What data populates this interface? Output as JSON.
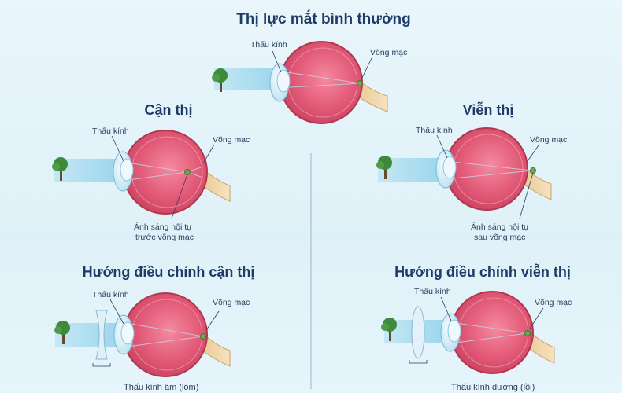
{
  "titles": {
    "normal": "Thị lực mắt bình thường",
    "myopia": "Cận thị",
    "hyperopia": "Viễn thị",
    "myopia_fix": "Hướng điều chỉnh cận thị",
    "hyperopia_fix": "Hướng điều chỉnh viễn thị"
  },
  "labels": {
    "lens": "Thấu kính",
    "retina": "Võng mạc",
    "myopia_focus_1": "Ánh sáng hội tụ",
    "myopia_focus_2": "trước võng mạc",
    "hyperopia_focus_1": "Ánh sáng hội tụ",
    "hyperopia_focus_2": "sau võng mạc",
    "concave_lens": "Thấu kính âm (lõm)",
    "convex_lens": "Thấu kính dương (lồi)"
  },
  "colors": {
    "eye_fill": "#e25a78",
    "eye_outline": "#b3364f",
    "title": "#1f3b68",
    "beam": "#9fd8ee",
    "tree_crown": "#3e8a3a"
  }
}
